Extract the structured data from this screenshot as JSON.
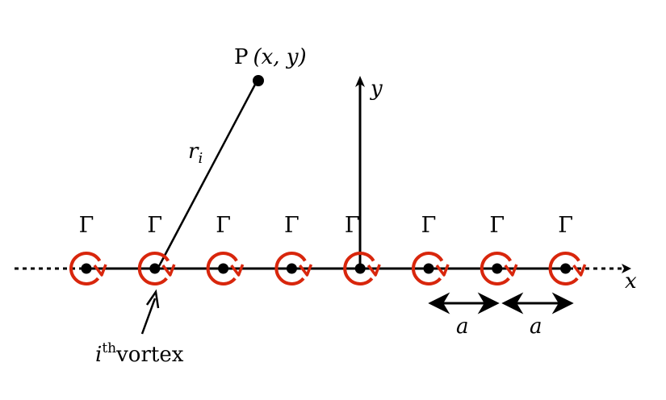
{
  "point": {
    "label_main": "P",
    "label_coords": "(x, y)"
  },
  "axes": {
    "x_label": "x",
    "y_label": "y"
  },
  "distance": {
    "label": "r",
    "subscript": "i"
  },
  "vortices": [
    {
      "label": "Γ"
    },
    {
      "label": "Γ"
    },
    {
      "label": "Γ"
    },
    {
      "label": "Γ"
    },
    {
      "label": "Γ"
    },
    {
      "label": "Γ"
    },
    {
      "label": "Γ"
    },
    {
      "label": "Γ"
    }
  ],
  "spacing": [
    {
      "label": "a"
    },
    {
      "label": "a"
    }
  ],
  "ith_label": {
    "base": "i",
    "sup": "th",
    "word": "vortex"
  },
  "colors": {
    "vortex_ring": "#d8260c",
    "ink": "#000000"
  }
}
